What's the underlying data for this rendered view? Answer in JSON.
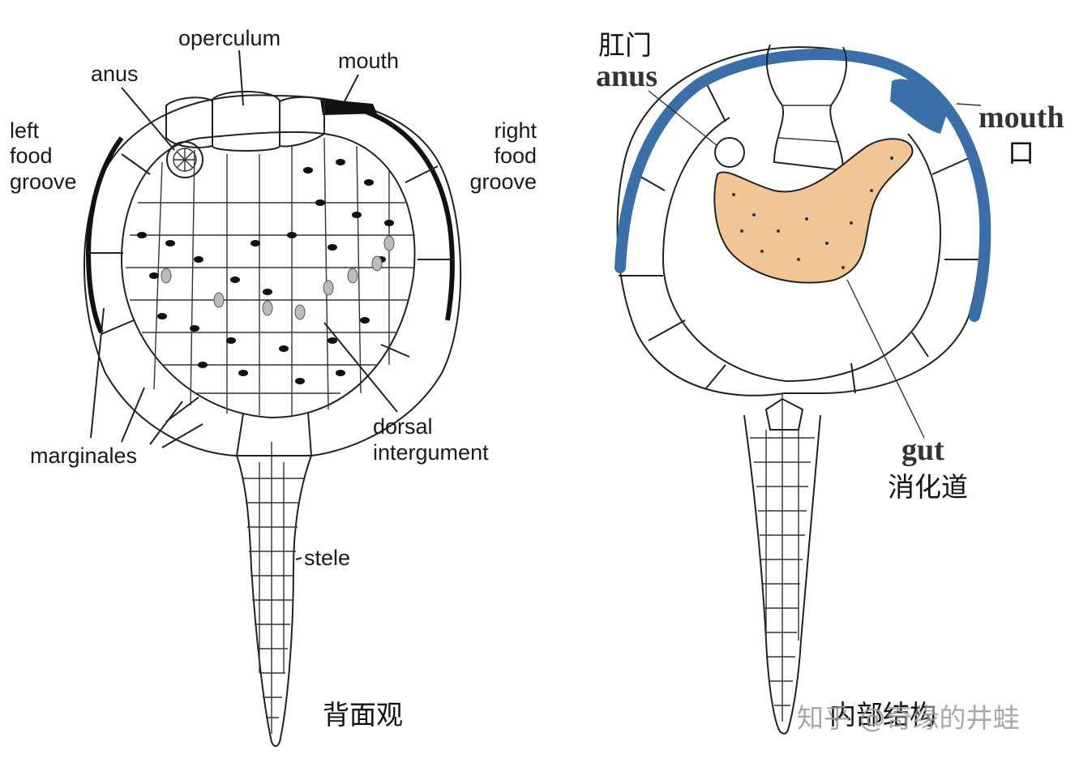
{
  "left_panel": {
    "labels": {
      "operculum": "operculum",
      "mouth": "mouth",
      "anus": "anus",
      "left_food_groove": [
        "left",
        "food",
        "groove"
      ],
      "right_food_groove": [
        "right",
        "food",
        "groove"
      ],
      "dorsal_integument": [
        "dorsal",
        "intergument"
      ],
      "marginales": "marginales",
      "stele": "stele"
    },
    "caption": "背面观"
  },
  "right_panel": {
    "labels": {
      "anus_cn": "肛门",
      "anus_en": "anus",
      "mouth_en": "mouth",
      "mouth_cn": "口",
      "gut_en": "gut",
      "gut_cn": "消化道"
    },
    "caption": "内部结构"
  },
  "watermark": "知乎 @奇缘的井蛙",
  "colors": {
    "food_groove_blue": "#3a6fa8",
    "gut_fill": "#f2c597",
    "outline": "#222222"
  }
}
